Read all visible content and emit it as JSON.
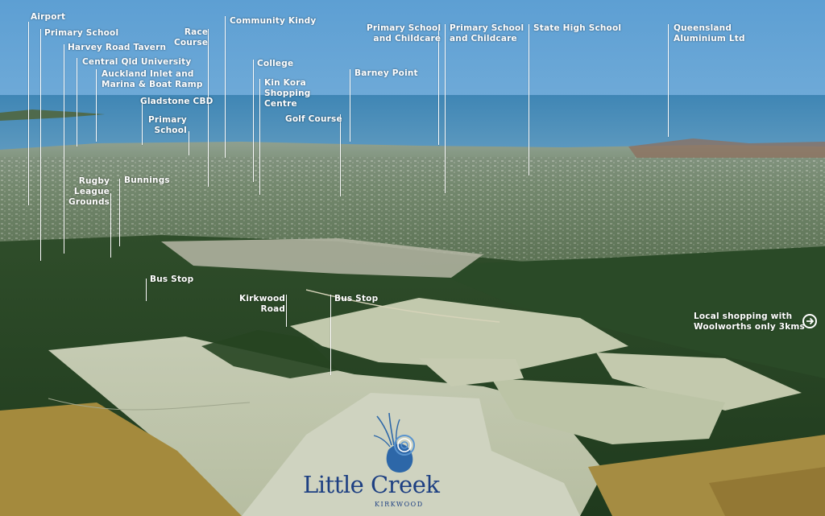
{
  "landmarks": [
    {
      "id": "airport",
      "text": "Airport"
    },
    {
      "id": "primary-school-1",
      "text": "Primary School"
    },
    {
      "id": "harvey-road-tavern",
      "text": "Harvey Road Tavern"
    },
    {
      "id": "central-qld-university",
      "text": "Central Qld University"
    },
    {
      "id": "auckland-inlet",
      "text": "Auckland Inlet and\nMarina & Boat Ramp"
    },
    {
      "id": "gladstone-cbd",
      "text": "Gladstone CBD"
    },
    {
      "id": "primary-school-2",
      "text": "Primary\nSchool"
    },
    {
      "id": "race-course",
      "text": "Race\nCourse"
    },
    {
      "id": "community-kindy",
      "text": "Community Kindy"
    },
    {
      "id": "college",
      "text": "College"
    },
    {
      "id": "kin-kora",
      "text": "Kin Kora\nShopping\nCentre"
    },
    {
      "id": "golf-course",
      "text": "Golf Course"
    },
    {
      "id": "barney-point",
      "text": "Barney Point"
    },
    {
      "id": "primary-childcare-1",
      "text": "Primary School\nand Childcare"
    },
    {
      "id": "primary-childcare-2",
      "text": "Primary School\nand Childcare"
    },
    {
      "id": "state-high-school",
      "text": "State High School"
    },
    {
      "id": "queensland-aluminium",
      "text": "Queensland\nAluminium Ltd"
    },
    {
      "id": "bunnings",
      "text": "Bunnings"
    },
    {
      "id": "rugby-league",
      "text": "Rugby\nLeague\nGrounds"
    },
    {
      "id": "bus-stop-1",
      "text": "Bus Stop"
    },
    {
      "id": "kirkwood-road",
      "text": "Kirkwood\nRoad"
    },
    {
      "id": "bus-stop-2",
      "text": "Bus Stop"
    }
  ],
  "callout": {
    "text": "Local shopping with\nWoolworths only 3kms",
    "icon": "arrow-right-circle-icon"
  },
  "logo": {
    "name": "Little Creek",
    "sub": "KIRKWOOD",
    "color": "#1d3f82"
  }
}
